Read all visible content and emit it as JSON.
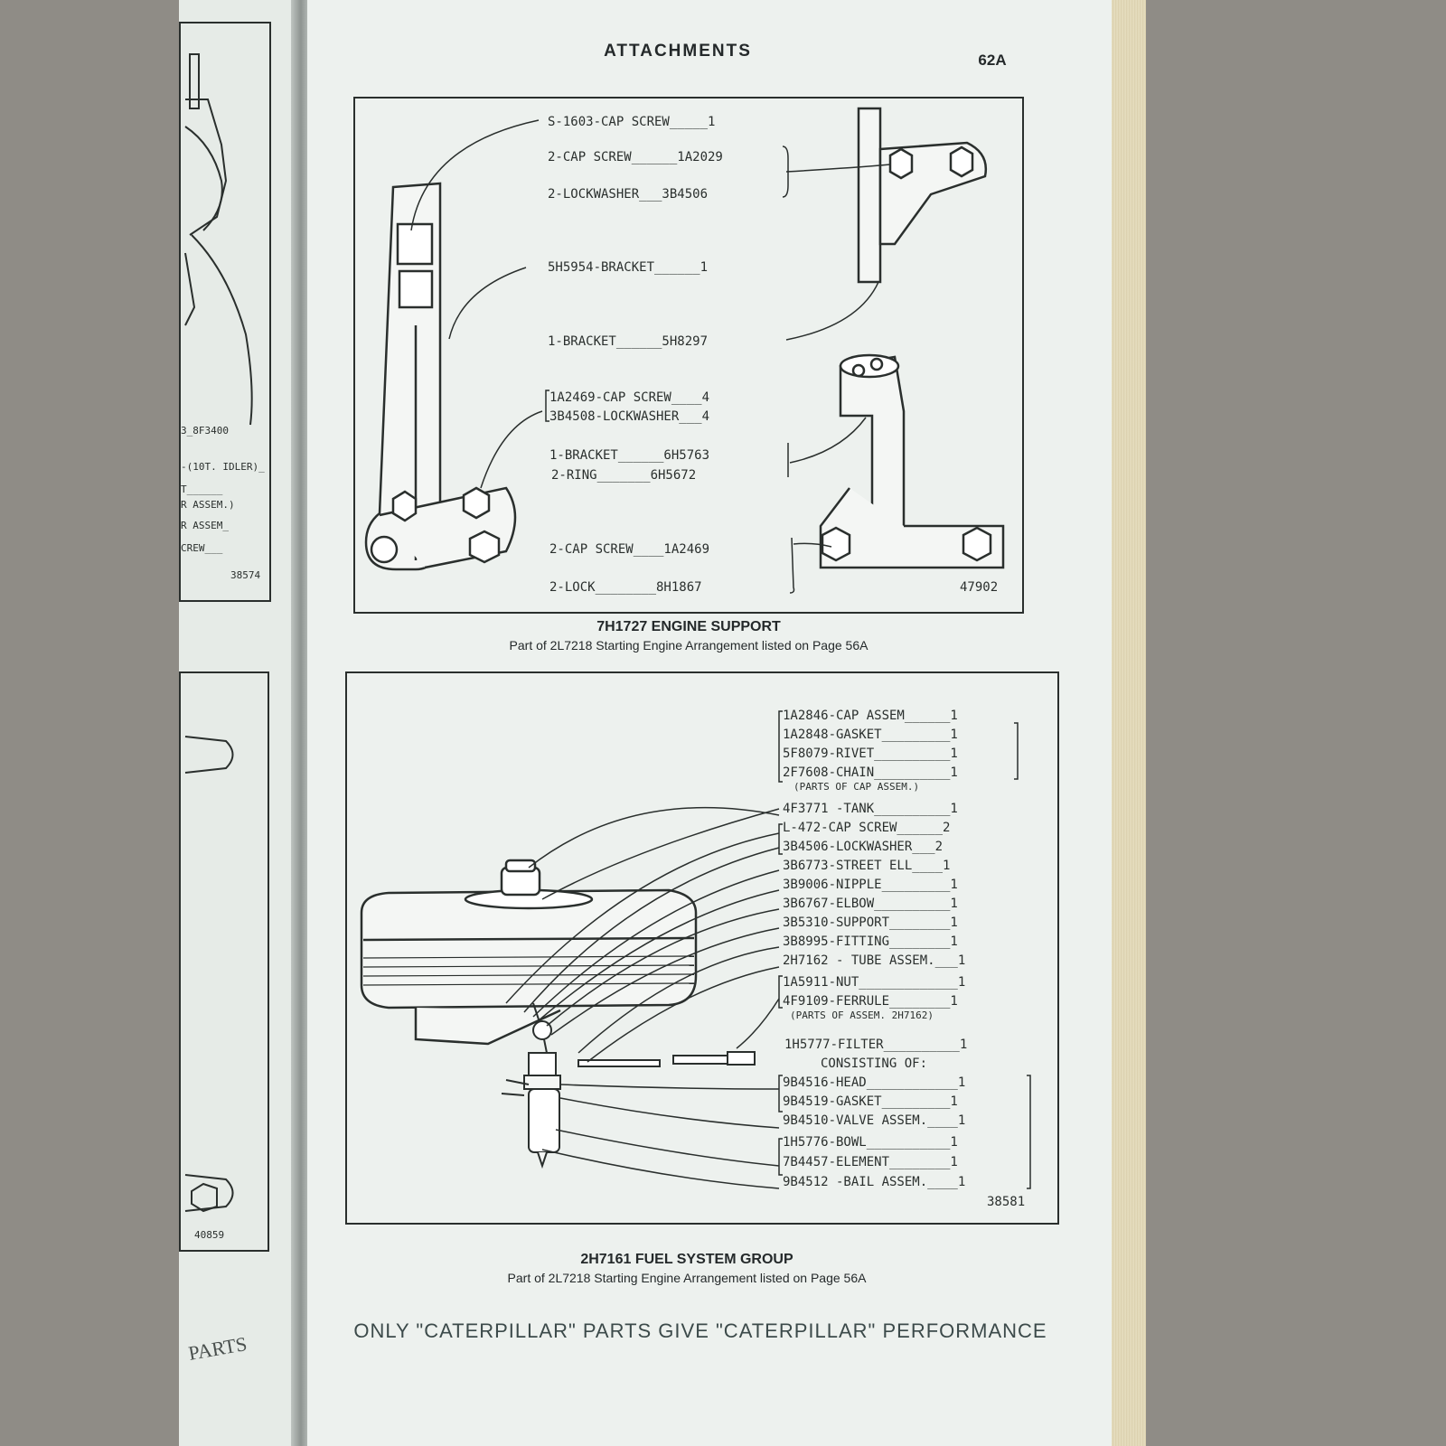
{
  "header": {
    "title": "ATTACHMENTS",
    "page": "62A"
  },
  "left_page": {
    "labels": [
      "3_8F3400",
      "-(10T. IDLER)_",
      "T______",
      "R ASSEM.)",
      "R ASSEM_",
      "CREW___"
    ],
    "fig_top": "38574",
    "fig_bottom": "40859",
    "footer": "PARTS"
  },
  "figure1": {
    "number": "47902",
    "caption": "7H1727 ENGINE SUPPORT",
    "subcaption": "Part of 2L7218 Starting Engine Arrangement listed on Page 56A",
    "labels": [
      "S-1603-CAP SCREW_____1",
      "2-CAP SCREW______1A2029",
      "2-LOCKWASHER___3B4506",
      "5H5954-BRACKET______1",
      "1-BRACKET______5H8297",
      "1A2469-CAP SCREW____4",
      "3B4508-LOCKWASHER___4",
      "1-BRACKET______6H5763",
      "2-RING_______6H5672",
      "2-CAP SCREW____1A2469",
      "2-LOCK________8H1867"
    ]
  },
  "figure2": {
    "number": "38581",
    "caption": "2H7161 FUEL SYSTEM GROUP",
    "subcaption": "Part of 2L7218 Starting Engine Arrangement listed on Page 56A",
    "labels": [
      "1A2846-CAP ASSEM______1",
      "1A2848-GASKET_________1",
      "5F8079-RIVET__________1",
      "2F7608-CHAIN__________1",
      "(PARTS OF CAP ASSEM.)",
      "4F3771 -TANK__________1",
      "L-472-CAP SCREW______2",
      "3B4506-LOCKWASHER___2",
      "3B6773-STREET ELL____1",
      "3B9006-NIPPLE_________1",
      "3B6767-ELBOW__________1",
      "3B5310-SUPPORT________1",
      "3B8995-FITTING________1",
      "2H7162 - TUBE ASSEM.___1",
      "1A5911-NUT_____________1",
      "4F9109-FERRULE________1",
      "(PARTS OF ASSEM. 2H7162)",
      "1H5777-FILTER__________1",
      "CONSISTING OF:",
      "9B4516-HEAD____________1",
      "9B4519-GASKET_________1",
      "9B4510-VALVE ASSEM.____1",
      "1H5776-BOWL___________1",
      "7B4457-ELEMENT________1",
      "9B4512 -BAIL ASSEM.____1"
    ]
  },
  "footer": {
    "text": "ONLY \"CATERPILLAR\" PARTS GIVE \"CATERPILLAR\" PERFORMANCE"
  }
}
